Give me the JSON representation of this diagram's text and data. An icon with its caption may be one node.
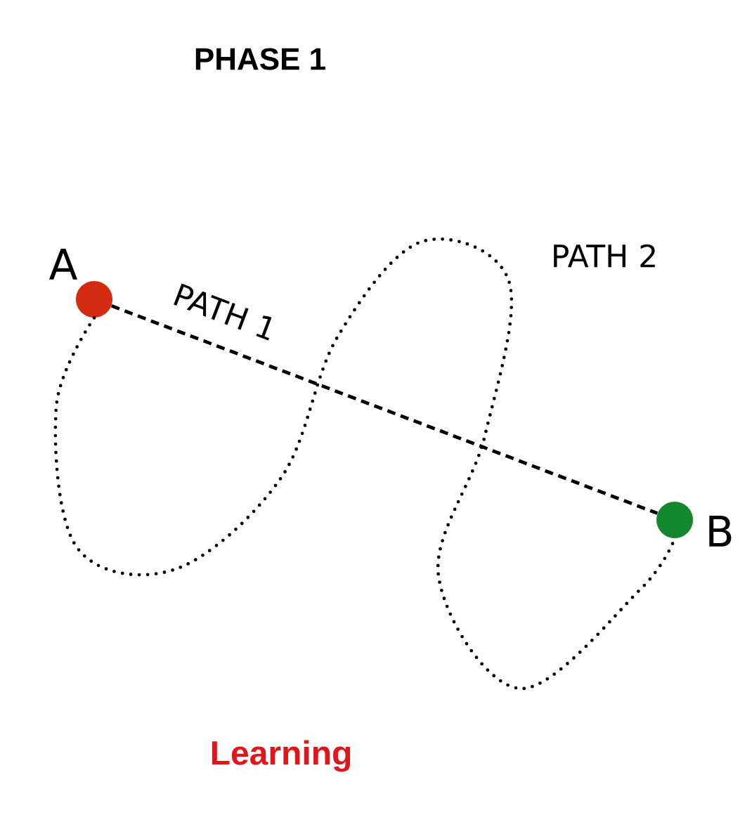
{
  "diagram": {
    "title": "PHASE 1",
    "caption": "Learning",
    "nodes": [
      {
        "text": [],
        "shape": "circle",
        "beside": [
          "A"
        ]
      },
      {
        "text": [],
        "shape": "circle",
        "beside": [
          "B"
        ]
      }
    ],
    "edges": [
      {
        "from": 0,
        "to": 1,
        "arrow": "none",
        "label": "PATH 1",
        "style": "dashed"
      },
      {
        "from": 0,
        "to": 1,
        "arrow": "none",
        "label": "PATH 2"
      }
    ]
  }
}
